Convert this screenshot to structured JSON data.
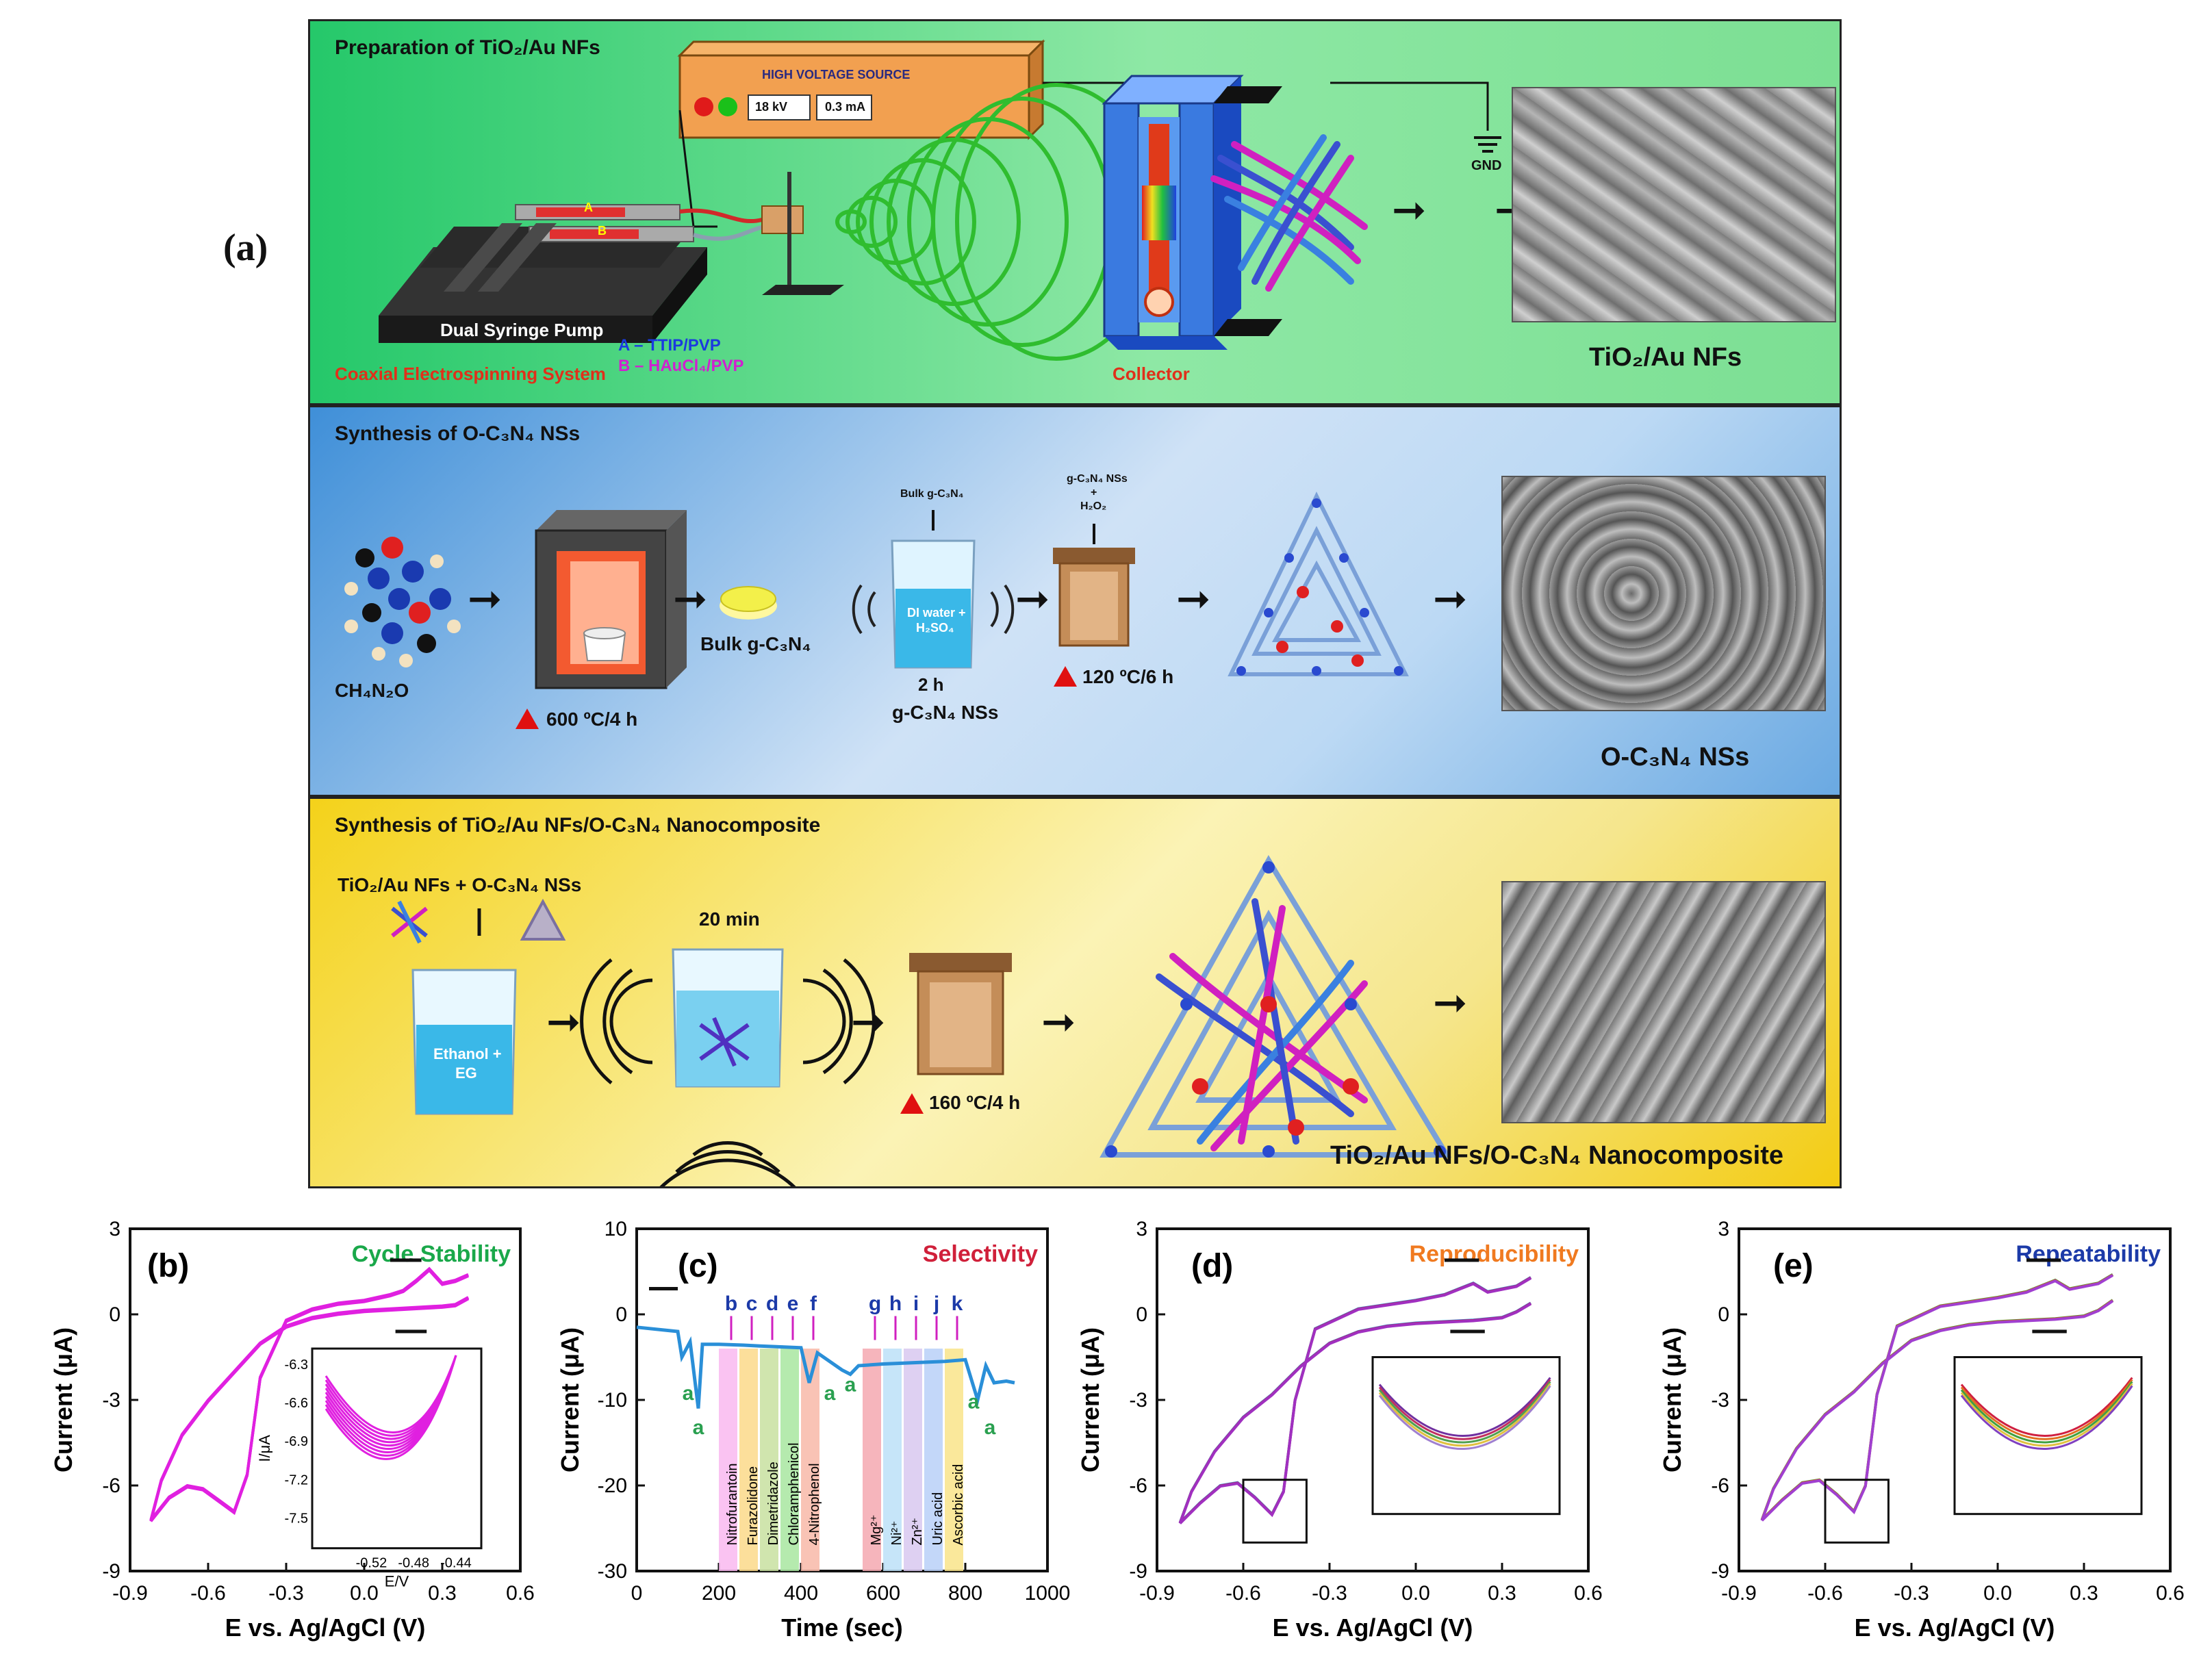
{
  "figure": {
    "panel_a_label": "(a)",
    "panel_1": {
      "title": "Preparation of TiO₂/Au NFs",
      "hv_source": "HIGH VOLTAGE SOURCE",
      "hv_kv": "18 kV",
      "hv_ma": "0.3 mA",
      "gnd": "GND",
      "pump_label": "Dual Syringe Pump",
      "system_label": "Coaxial Electrospinning System",
      "a_label": "A – TTIP/PVP",
      "b_label": "B – HAuCl₄/PVP",
      "collector_label": "Collector",
      "product_label": "TiO₂/Au NFs",
      "syringe_a": "A",
      "syringe_b": "B"
    },
    "panel_2": {
      "title": "Synthesis of O-C₃N₄ NSs",
      "precursor": "CH₄N₂O",
      "step1": "600 ºC/4 h",
      "bulk": "Bulk g-C₃N₄",
      "bulk_small": "Bulk g-C₃N₄",
      "beaker_text_1": "DI water +",
      "beaker_text_2": "H₂SO₄",
      "time": "2 h",
      "nss": "g-C₃N₄ NSs",
      "autoclave_top_1": "g-C₃N₄ NSs",
      "autoclave_top_2": "+",
      "autoclave_top_3": "H₂O₂",
      "step2": "120 ºC/6 h",
      "product_label": "O-C₃N₄ NSs"
    },
    "panel_3": {
      "title": "Synthesis of TiO₂/Au NFs/O-C₃N₄ Nanocomposite",
      "mix_label": "TiO₂/Au NFs + O-C₃N₄ NSs",
      "beaker_text_1": "Ethanol +",
      "beaker_text_2": "EG",
      "time": "20 min",
      "step": "160 ºC/4 h",
      "product_label": "TiO₂/Au NFs/O-C₃N₄ Nanocomposite"
    }
  },
  "chart_data": [
    {
      "panel": "(b)",
      "type": "line",
      "title": "Cycle Stability",
      "title_color": "#1aa84a",
      "xlabel": "E vs. Ag/AgCl (V)",
      "ylabel": "Current (μA)",
      "xlim": [
        -0.9,
        0.6
      ],
      "ylim": [
        -9,
        3
      ],
      "xticks": [
        "-0.9",
        "-0.6",
        "-0.3",
        "0.0",
        "0.3",
        "0.6"
      ],
      "yticks": [
        "3",
        "0",
        "-3",
        "-6",
        "-9"
      ],
      "series_color": "#e020e0",
      "forward": {
        "x": [
          -0.82,
          -0.75,
          -0.68,
          -0.62,
          -0.56,
          -0.5,
          -0.45,
          -0.4,
          -0.3,
          -0.2,
          -0.1,
          0.0,
          0.1,
          0.15,
          0.2,
          0.25,
          0.3,
          0.35,
          0.4
        ],
        "y": [
          -7.2,
          -6.4,
          -6.0,
          -6.1,
          -6.5,
          -6.9,
          -5.6,
          -2.2,
          -0.2,
          0.2,
          0.4,
          0.5,
          0.7,
          0.85,
          1.2,
          1.6,
          1.1,
          1.2,
          1.4
        ]
      },
      "reverse": {
        "x": [
          0.4,
          0.35,
          0.3,
          0.2,
          0.1,
          0.0,
          -0.1,
          -0.2,
          -0.3,
          -0.4,
          -0.5,
          -0.6,
          -0.7,
          -0.78,
          -0.82
        ],
        "y": [
          0.6,
          0.35,
          0.3,
          0.25,
          0.2,
          0.15,
          0.05,
          -0.1,
          -0.4,
          -1.0,
          -2.0,
          -3.0,
          -4.2,
          -5.8,
          -7.2
        ]
      },
      "inset": {
        "xlabel": "E/V",
        "ylabel": "I/μA",
        "xticks": [
          "-0.52",
          "-0.48",
          "-0.44"
        ],
        "yticks": [
          "-6.3",
          "-6.6",
          "-6.9",
          "-7.2",
          "-7.5"
        ]
      }
    },
    {
      "panel": "(c)",
      "type": "line",
      "title": "Selectivity",
      "title_color": "#d0203a",
      "xlabel": "Time (sec)",
      "ylabel": "Current (μA)",
      "xlim": [
        0,
        1000
      ],
      "ylim": [
        -30,
        10
      ],
      "xticks": [
        "0",
        "200",
        "400",
        "600",
        "800",
        "1000"
      ],
      "yticks": [
        "10",
        "0",
        "-10",
        "-20",
        "-30"
      ],
      "series_color": "#2a8fd8",
      "x": [
        0,
        100,
        110,
        130,
        150,
        160,
        200,
        260,
        300,
        350,
        400,
        420,
        440,
        500,
        520,
        540,
        600,
        650,
        700,
        750,
        800,
        830,
        850,
        870,
        900,
        920
      ],
      "y": [
        -1.5,
        -2.0,
        -5,
        -3.2,
        -11,
        -3.5,
        -3.5,
        -3.6,
        -3.7,
        -3.8,
        -3.9,
        -8,
        -4.5,
        -6.5,
        -7,
        -6.0,
        -5.8,
        -5.7,
        -5.6,
        -5.5,
        -5.3,
        -10,
        -6.0,
        -8,
        -7.8,
        -8
      ],
      "letters": [
        "b",
        "c",
        "d",
        "e",
        "f",
        "g",
        "h",
        "i",
        "j",
        "k"
      ],
      "a_labels": [
        "a",
        "a",
        "a",
        "a",
        "a",
        "a"
      ],
      "interferents": [
        "Nitrofurantoin",
        "Furazolidone",
        "Dimetridazole",
        "Chloramphenicol",
        "4-Nitrophenol",
        "Mg²⁺",
        "Ni²⁺",
        "Zn²⁺",
        "Uric acid",
        "Ascorbic acid"
      ]
    },
    {
      "panel": "(d)",
      "type": "line",
      "title": "Reproducibility",
      "title_color": "#f07a20",
      "xlabel": "E vs. Ag/AgCl (V)",
      "ylabel": "Current (μA)",
      "xlim": [
        -0.9,
        0.6
      ],
      "ylim": [
        -9,
        3
      ],
      "xticks": [
        "-0.9",
        "-0.6",
        "-0.3",
        "0.0",
        "0.3",
        "0.6"
      ],
      "yticks": [
        "3",
        "0",
        "-3",
        "-6",
        "-9"
      ],
      "series_colors": [
        "#2b8fe0",
        "#c02050",
        "#a030c0"
      ],
      "forward": {
        "x": [
          -0.82,
          -0.75,
          -0.68,
          -0.62,
          -0.56,
          -0.5,
          -0.46,
          -0.42,
          -0.35,
          -0.2,
          0.0,
          0.1,
          0.15,
          0.2,
          0.25,
          0.3,
          0.35,
          0.4
        ],
        "y": [
          -7.3,
          -6.6,
          -6.0,
          -5.9,
          -6.4,
          -7.0,
          -6.2,
          -3.0,
          -0.5,
          0.2,
          0.5,
          0.7,
          0.9,
          1.1,
          0.8,
          0.9,
          1.0,
          1.3
        ]
      },
      "reverse": {
        "x": [
          0.4,
          0.35,
          0.3,
          0.2,
          0.1,
          0.0,
          -0.1,
          -0.2,
          -0.3,
          -0.4,
          -0.5,
          -0.6,
          -0.7,
          -0.78,
          -0.82
        ],
        "y": [
          0.4,
          0.1,
          -0.1,
          -0.2,
          -0.25,
          -0.3,
          -0.4,
          -0.6,
          -1.0,
          -1.8,
          -2.8,
          -3.6,
          -4.8,
          -6.2,
          -7.3
        ]
      },
      "inset_colors": [
        "#7030a0",
        "#c03060",
        "#50a050",
        "#e0c040",
        "#a080d0"
      ]
    },
    {
      "panel": "(e)",
      "type": "line",
      "title": "Repeatability",
      "title_color": "#1c3aa8",
      "xlabel": "E vs. Ag/AgCl (V)",
      "ylabel": "Current (μA)",
      "xlim": [
        -0.9,
        0.6
      ],
      "ylim": [
        -9,
        3
      ],
      "xticks": [
        "-0.9",
        "-0.6",
        "-0.3",
        "0.0",
        "0.3",
        "0.6"
      ],
      "yticks": [
        "3",
        "0",
        "-3",
        "-6",
        "-9"
      ],
      "series_colors": [
        "#3a9f3a",
        "#e05020",
        "#a040d0"
      ],
      "forward": {
        "x": [
          -0.82,
          -0.75,
          -0.68,
          -0.62,
          -0.56,
          -0.5,
          -0.46,
          -0.42,
          -0.35,
          -0.2,
          0.0,
          0.1,
          0.15,
          0.2,
          0.25,
          0.3,
          0.35,
          0.4
        ],
        "y": [
          -7.2,
          -6.5,
          -5.9,
          -5.8,
          -6.3,
          -6.9,
          -6.0,
          -2.8,
          -0.4,
          0.3,
          0.6,
          0.8,
          1.0,
          1.2,
          0.9,
          1.0,
          1.1,
          1.4
        ]
      },
      "reverse": {
        "x": [
          0.4,
          0.35,
          0.3,
          0.2,
          0.1,
          0.0,
          -0.1,
          -0.2,
          -0.3,
          -0.4,
          -0.5,
          -0.6,
          -0.7,
          -0.78,
          -0.82
        ],
        "y": [
          0.5,
          0.15,
          -0.05,
          -0.15,
          -0.2,
          -0.25,
          -0.35,
          -0.55,
          -0.9,
          -1.7,
          -2.7,
          -3.5,
          -4.7,
          -6.1,
          -7.2
        ]
      },
      "inset_colors": [
        "#d02040",
        "#e07020",
        "#40a040",
        "#e0c040",
        "#8040c0"
      ]
    }
  ]
}
